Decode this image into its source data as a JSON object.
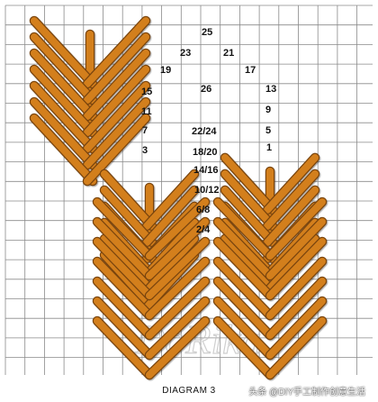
{
  "diagram": {
    "caption": "DIAGRAM 3",
    "watermark_text": "DoRika",
    "attribution": "头条 @DIY手工制作创意生活",
    "colors": {
      "grid_line": "#8a8a8a",
      "stitch_fill": "#d37f1e",
      "stitch_outline": "#7a4510",
      "label_text": "#111111"
    },
    "stitch_numbers": [
      {
        "id": "n25",
        "text": "25"
      },
      {
        "id": "n23",
        "text": "23"
      },
      {
        "id": "n21",
        "text": "21"
      },
      {
        "id": "n19",
        "text": "19"
      },
      {
        "id": "n17",
        "text": "17"
      },
      {
        "id": "n15",
        "text": "15"
      },
      {
        "id": "n26",
        "text": "26"
      },
      {
        "id": "n13",
        "text": "13"
      },
      {
        "id": "n11",
        "text": "11"
      },
      {
        "id": "n9",
        "text": "9"
      },
      {
        "id": "n7",
        "text": "7"
      },
      {
        "id": "n2224",
        "text": "22/24"
      },
      {
        "id": "n5",
        "text": "5"
      },
      {
        "id": "n3",
        "text": "3"
      },
      {
        "id": "n1820",
        "text": "18/20"
      },
      {
        "id": "n1",
        "text": "1"
      },
      {
        "id": "n1416",
        "text": "14/16"
      },
      {
        "id": "n1012",
        "text": "10/12"
      },
      {
        "id": "n68",
        "text": "6/8"
      },
      {
        "id": "n24",
        "text": "2/4"
      }
    ]
  }
}
